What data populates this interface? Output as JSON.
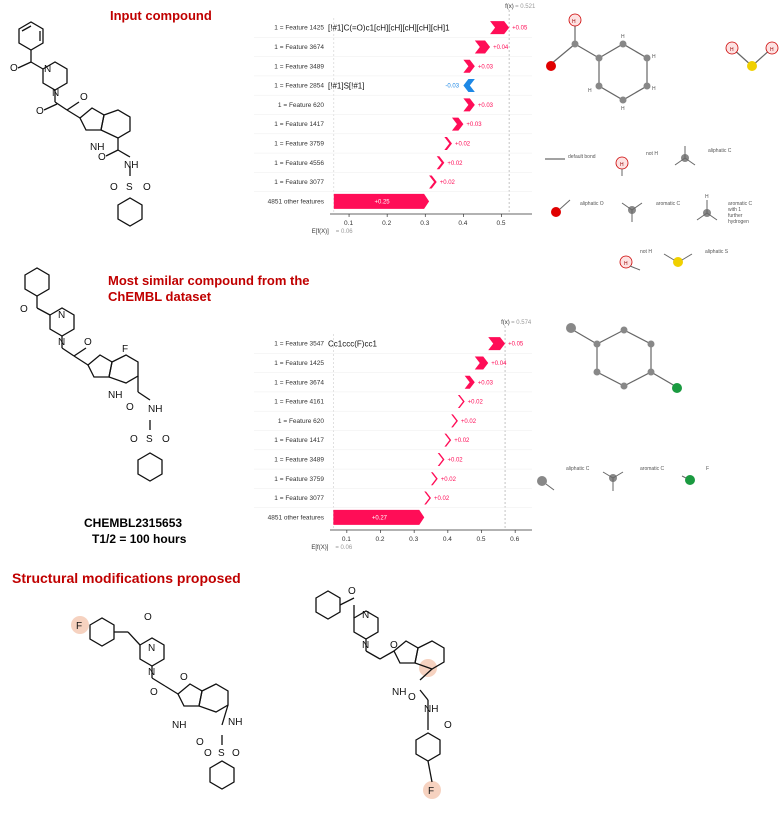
{
  "headings": {
    "input": "Input compound",
    "similar_line1": "Most similar compound from the",
    "similar_line2": "ChEMBL dataset",
    "structural": "Structural modifications proposed"
  },
  "similar_compound": {
    "id": "CHEMBL2315653",
    "half_life": "T1/2 = 100 hours"
  },
  "mol_labels": {
    "O": "O",
    "N": "N",
    "NH": "NH",
    "S": "S",
    "F": "F",
    "H": "H"
  },
  "chart_data": [
    {
      "type": "bar",
      "subtype": "shap-waterfall",
      "fx_label": "f(x)",
      "fx_value": "= 0.521",
      "efx_label": "E[f(X)]",
      "efx_value": "= 0.06",
      "xlim": [
        0.05,
        0.58
      ],
      "xticks": [
        "0.1",
        "0.2",
        "0.3",
        "0.4",
        "0.5"
      ],
      "rows": [
        {
          "label": "1 = Feature 1425",
          "smarts": "[!#1]C(=O)c1[cH][cH][cH][cH][cH]1",
          "value": 0.05,
          "text": "+0.05"
        },
        {
          "label": "1 = Feature 3674",
          "smarts": "",
          "value": 0.04,
          "text": "+0.04"
        },
        {
          "label": "1 = Feature 3489",
          "smarts": "",
          "value": 0.03,
          "text": "+0.03"
        },
        {
          "label": "1 = Feature 2854",
          "smarts": "[!#1]S[!#1]",
          "value": -0.03,
          "text": "-0.03"
        },
        {
          "label": "1 = Feature 620",
          "smarts": "",
          "value": 0.03,
          "text": "+0.03"
        },
        {
          "label": "1 = Feature 1417",
          "smarts": "",
          "value": 0.03,
          "text": "+0.03"
        },
        {
          "label": "1 = Feature 3759",
          "smarts": "",
          "value": 0.02,
          "text": "+0.02"
        },
        {
          "label": "1 = Feature 4556",
          "smarts": "",
          "value": 0.02,
          "text": "+0.02"
        },
        {
          "label": "1 = Feature 3077",
          "smarts": "",
          "value": 0.02,
          "text": "+0.02"
        },
        {
          "label": "4851 other features",
          "smarts": "",
          "value": 0.25,
          "text": "+0.25"
        }
      ],
      "colors": {
        "positive": "#ff0d57",
        "negative": "#1e88e5"
      }
    },
    {
      "type": "bar",
      "subtype": "shap-waterfall",
      "fx_label": "f(x)",
      "fx_value": "= 0.574",
      "efx_label": "E[f(X)]",
      "efx_value": "= 0.06",
      "xlim": [
        0.05,
        0.65
      ],
      "xticks": [
        "0.1",
        "0.2",
        "0.3",
        "0.4",
        "0.5",
        "0.6"
      ],
      "rows": [
        {
          "label": "1 = Feature 3547",
          "smarts": "Cc1ccc(F)cc1",
          "value": 0.05,
          "text": "+0.05"
        },
        {
          "label": "1 = Feature 1425",
          "smarts": "",
          "value": 0.04,
          "text": "+0.04"
        },
        {
          "label": "1 = Feature 3674",
          "smarts": "",
          "value": 0.03,
          "text": "+0.03"
        },
        {
          "label": "1 = Feature 4161",
          "smarts": "",
          "value": 0.02,
          "text": "+0.02"
        },
        {
          "label": "1 = Feature 620",
          "smarts": "",
          "value": 0.02,
          "text": "+0.02"
        },
        {
          "label": "1 = Feature 1417",
          "smarts": "",
          "value": 0.02,
          "text": "+0.02"
        },
        {
          "label": "1 = Feature 3489",
          "smarts": "",
          "value": 0.02,
          "text": "+0.02"
        },
        {
          "label": "1 = Feature 3759",
          "smarts": "",
          "value": 0.02,
          "text": "+0.02"
        },
        {
          "label": "1 = Feature 3077",
          "smarts": "",
          "value": 0.02,
          "text": "+0.02"
        },
        {
          "label": "4851 other features",
          "smarts": "",
          "value": 0.27,
          "text": "+0.27"
        }
      ],
      "colors": {
        "positive": "#ff0d57",
        "negative": "#1e88e5"
      }
    }
  ],
  "legend1": {
    "default_bond": "default bond",
    "not_h": "not H",
    "aliphatic_c": "aliphatic C",
    "aliphatic_o": "aliphatic O",
    "aromatic_c": "aromatic C",
    "aromatic_c_h1": "aromatic C",
    "aromatic_c_h2": "with 1",
    "aromatic_c_h3": "further",
    "aromatic_c_h4": "hydrogen",
    "not_h2": "not H",
    "aliphatic_s": "aliphatic S"
  },
  "legend2": {
    "aliphatic_c": "aliphatic C",
    "aromatic_c": "aromatic C",
    "f": "F"
  },
  "atom_colors": {
    "oxygen": "#e00000",
    "sulfur": "#f0d000",
    "fluorine": "#1a9a40",
    "carbon": "#777777",
    "highlight": "#f6d2c0"
  }
}
